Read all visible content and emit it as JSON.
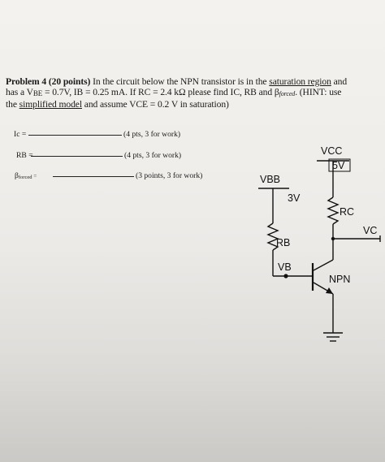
{
  "problem": {
    "heading": "Problem 4 (20 points)",
    "t1": " In the circuit below the NPN transistor is in the ",
    "saturation_region": "saturation region",
    "t2": " and",
    "t3a": "has a V",
    "vbe_sub": "BE",
    "t3b": " = 0.7V, IB = 0.25 mA. If RC = 2.4 kΩ please find IC, RB and β",
    "forced_sub": "forced",
    "t3c": ". (HINT: use",
    "t4a": "the ",
    "simplified_model": "simplified model",
    "t4b": " and assume VCE = 0.2 V in saturation)"
  },
  "answers": {
    "ic_label": "Ic =",
    "ic_points": "(4 pts, 3 for work)",
    "rb_label": "RB =",
    "rb_points": "(4 pts, 3 for work)",
    "beta_label": "β",
    "beta_sub": "forced",
    "beta_eq": " =",
    "beta_points": "(3 points, 3 for work)"
  },
  "circuit": {
    "vcc": "VCC",
    "vcc_value": "5V",
    "rc": "RC",
    "vc": "VC",
    "vbb": "VBB",
    "vbb_value": "3V",
    "rb": "RB",
    "vb": "VB",
    "npn": "NPN"
  }
}
